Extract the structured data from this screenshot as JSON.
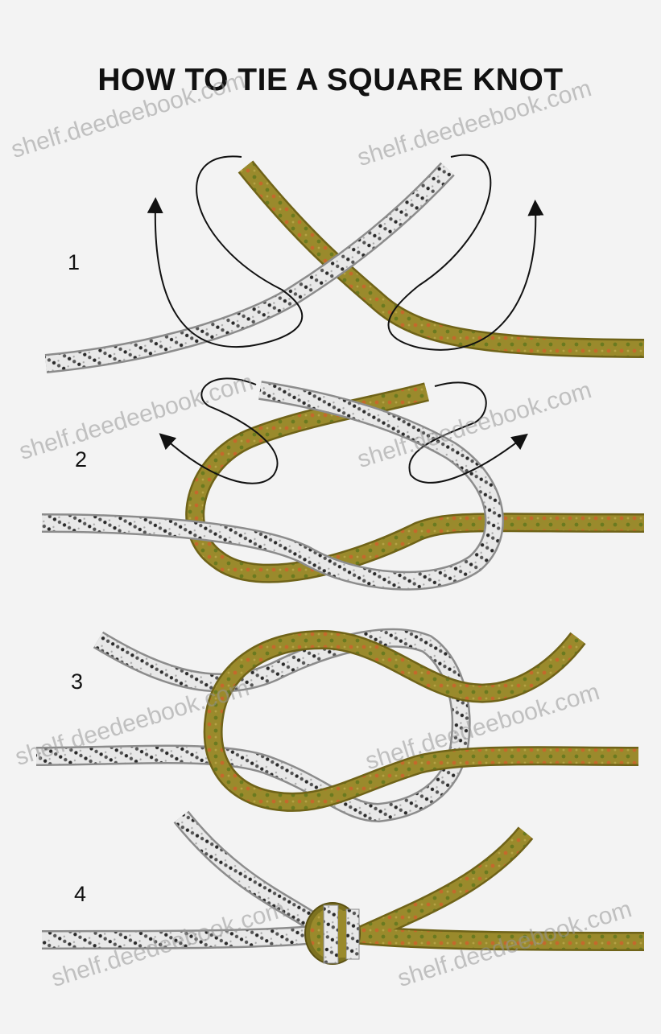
{
  "title": "HOW TO TIE A SQUARE KNOT",
  "steps": [
    {
      "number": "1"
    },
    {
      "number": "2"
    },
    {
      "number": "3"
    },
    {
      "number": "4"
    }
  ],
  "watermark": "shelf.deedeebook.com",
  "colors": {
    "background": "#f3f3f3",
    "gold_rope": "#9a8a2c",
    "gold_rope_edge": "#6f6318",
    "gold_rope_spot": "#c4692c",
    "white_rope": "#e6e6e6",
    "white_rope_edge": "#9a9a9a",
    "white_rope_spot": "#2a2a2a",
    "arrow": "#111111"
  }
}
